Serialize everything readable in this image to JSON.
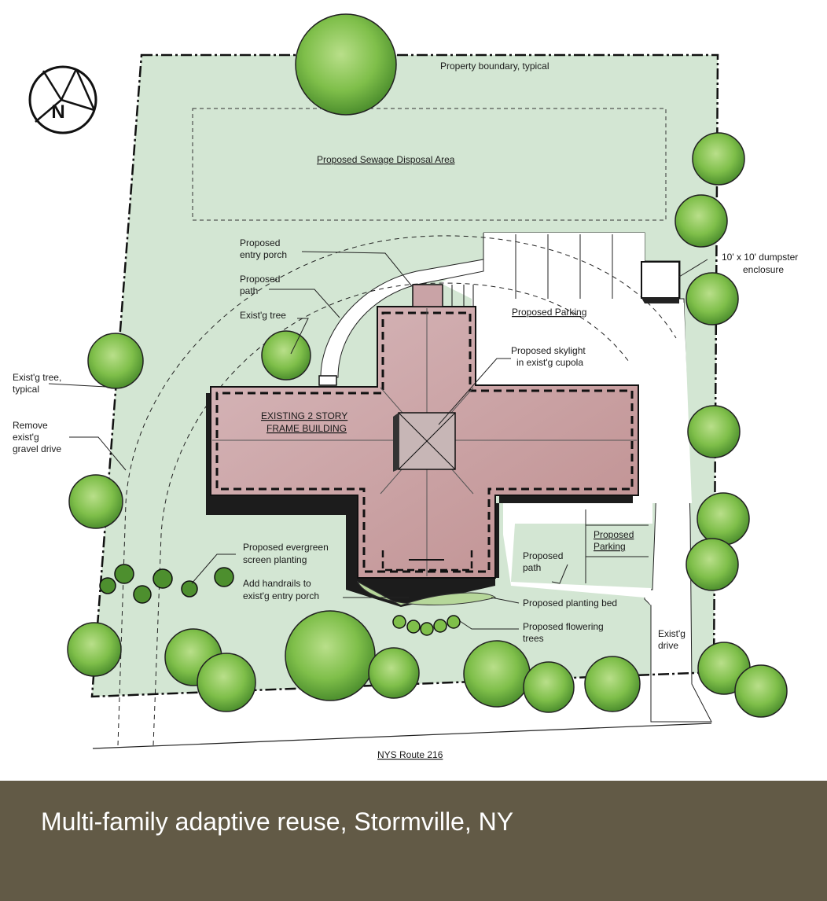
{
  "caption": "Multi-family adaptive reuse, Stormville, NY",
  "north_arrow": "N",
  "labels": {
    "property_boundary": "Property boundary, typical",
    "sewage_area": "Proposed Sewage Disposal Area",
    "entry_porch_1": "Proposed",
    "entry_porch_2": "entry porch",
    "path_1": "Proposed",
    "path_2": "path",
    "exist_tree": "Exist'g tree",
    "exist_tree_typ_1": "Exist'g tree,",
    "exist_tree_typ_2": "typical",
    "remove_drive_1": "Remove",
    "remove_drive_2": "exist'g",
    "remove_drive_3": "gravel drive",
    "building_1": "EXISTING   2 STORY",
    "building_2": "FRAME  BUILDING",
    "parking_top": "Proposed    Parking",
    "skylight_1": "Proposed skylight",
    "skylight_2": "in exist'g cupola",
    "dumpster_1": "10' x 10' dumpster",
    "dumpster_2": "enclosure",
    "parking_side_1": "Proposed",
    "parking_side_2": "Parking",
    "path_side_1": "Proposed",
    "path_side_2": "path",
    "evergreen_1": "Proposed evergreen",
    "evergreen_2": "screen planting",
    "handrails_1": "Add handrails to",
    "handrails_2": "exist'g entry porch",
    "planting_bed": "Proposed planting bed",
    "flowering_1": "Proposed flowering",
    "flowering_2": "trees",
    "exist_drive_1": "Exist'g",
    "exist_drive_2": "drive",
    "route": "NYS Route 216"
  },
  "colors": {
    "lawn": "#d3e6d3",
    "roof": "#c9a3a6",
    "tree": "#7fbf4a",
    "tree_dark": "#3f7a2a",
    "caption_bar": "#625a46"
  }
}
